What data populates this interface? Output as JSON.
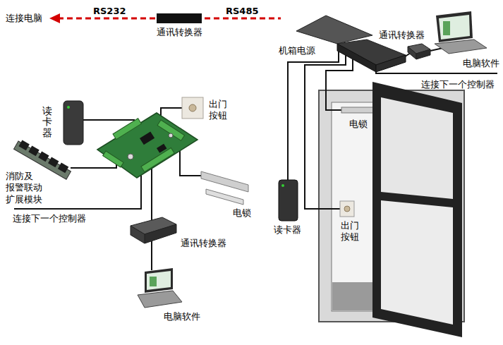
{
  "diagram": {
    "labels": [
      "连接电脑",
      "RS232",
      "通讯转换器",
      "RS485",
      "机箱电源",
      "通讯转换器",
      "电脑软件",
      "连接下一个控制器",
      "读卡器",
      "出门按钮",
      "消防及 报警联动 扩展模块",
      "电锁",
      "连接下一个控制器",
      "通讯转换器",
      "电脑软件",
      "电锁",
      "读卡器",
      "出门按钮"
    ]
  }
}
